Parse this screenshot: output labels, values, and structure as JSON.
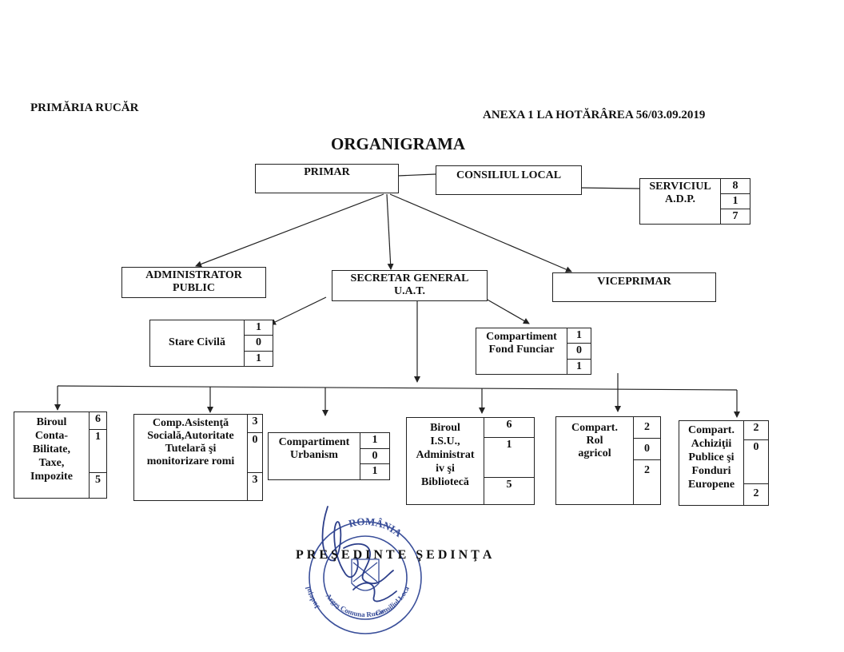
{
  "header": {
    "left": "PRIMĂRIA RUCĂR",
    "right": "ANEXA 1 LA HOTĂRÂREA 56/03.09.2019"
  },
  "title": "ORGANIGRAMA",
  "boxes": {
    "primar": "PRIMAR",
    "consiliu": "CONSILIUL LOCAL",
    "serviciu": {
      "label": "SERVICIUL\nA.D.P.",
      "numbers": [
        "8",
        "1",
        "7"
      ]
    },
    "administrator": "ADMINISTRATOR\nPUBLIC",
    "secretar": "SECRETAR GENERAL\nU.A.T.",
    "viceprimar": "VICEPRIMAR",
    "stare_civila": {
      "label": "Stare Civilă",
      "numbers": [
        "1",
        "0",
        "1"
      ]
    },
    "fond_funciar": {
      "label": "Compartiment\nFond Funciar",
      "numbers": [
        "1",
        "0",
        "1"
      ]
    },
    "biroul_contabilitate": {
      "label": "Biroul\nConta-\nBilitate,\nTaxe,\nImpozite",
      "numbers": [
        "6",
        "1",
        "5"
      ]
    },
    "asistenta_sociala": {
      "label": "Comp.Asistenţă\nSocială,Autoritate\nTutelară şi\nmonitorizare romi",
      "numbers": [
        "3",
        "0",
        "3"
      ]
    },
    "urbanism": {
      "label": "Compartiment\nUrbanism",
      "numbers": [
        "1",
        "0",
        "1"
      ]
    },
    "biroul_isu": {
      "label": "Biroul\nI.S.U.,\nAdministrat\niv şi\nBibliotecă",
      "numbers": [
        "6",
        "1",
        "5"
      ]
    },
    "rol_agricol": {
      "label": "Compart.\nRol\nagricol",
      "numbers": [
        "2",
        "0",
        "2"
      ]
    },
    "achizitii": {
      "label": "Compart.\nAchiziţii\nPublice şi\nFonduri\nEuropene",
      "numbers": [
        "2",
        "0",
        "2"
      ]
    }
  },
  "footer": "PREŞEDINTE ŞEDINŢA",
  "seal": {
    "top": "ROMÂNIA",
    "bottom": "Argeș Comuna Rucăr",
    "side": "Consiliul Local al Comunei Rucăr",
    "left": "Județul",
    "color": "#3a4f9a"
  }
}
